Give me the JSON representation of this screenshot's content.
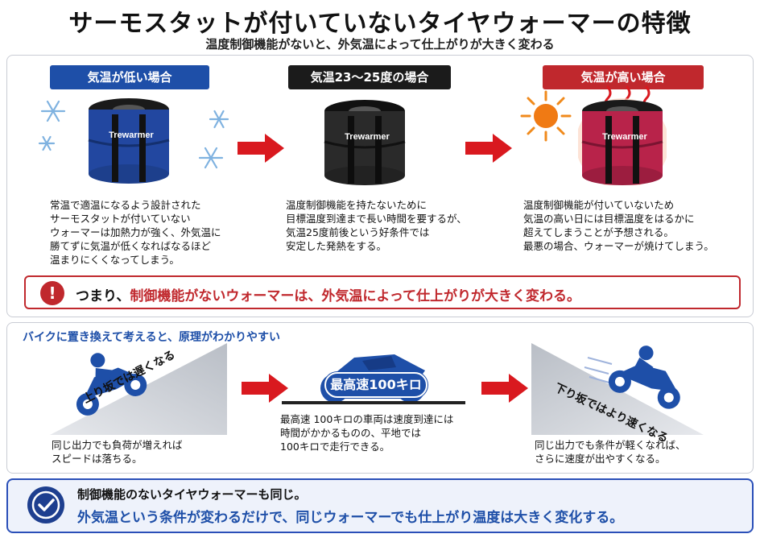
{
  "header": {
    "title": "サーモスタットが付いていないタイヤウォーマーの特徴",
    "subtitle": "温度制御機能がないと、外気温によって仕上がりが大きく変わる"
  },
  "temperature_cases": [
    {
      "label": "気温が低い場合",
      "brand": "Trewarmer",
      "description": "常温で適温になるよう設計された\nサーモスタットが付いていない\nウォーマーは加熱力が強く、外気温に\n勝てずに気温が低くなればなるほど\n温まりにくくなってしまう。"
    },
    {
      "label": "気温23～25度の場合",
      "brand": "Trewarmer",
      "description": "温度制御機能を持たないために\n目標温度到達まで長い時間を要するが、\n気温25度前後という好条件では\n安定した発熱をする。"
    },
    {
      "label": "気温が高い場合",
      "brand": "Trewarmer",
      "description": "温度制御機能が付いていないため\n気温の高い日には目標温度をはるかに\n超えてしまうことが予想される。\n最悪の場合、ウォーマーが焼けてしまう。"
    }
  ],
  "alert": {
    "icon": "!",
    "prefix": "つまり、",
    "emphasis": "制御機能がないウォーマーは、外気温によって仕上がりが大きく変わる。"
  },
  "bike_analogy": {
    "heading": "バイクに置き換えて考えると、原理がわかりやすい",
    "uphill_label": "上り坂では遅くなる",
    "uphill_description": "同じ出力でも負荷が増えれば\nスピードは落ちる。",
    "flat_badge": "最高速100キロ",
    "flat_description": "最高速 100キロの車両は速度到達には\n時間がかかるものの、平地では\n100キロで走行できる。",
    "downhill_label": "下り坂ではより速くなる",
    "downhill_description": "同じ出力でも条件が軽くなれば、\nさらに速度が出やすくなる。"
  },
  "summary": {
    "line1": "制御機能のないタイヤウォーマーも同じ。",
    "line2": "外気温という条件が変わるだけで、同じウォーマーでも仕上がり温度は大きく変化する。"
  },
  "colors": {
    "blue": "#1e4fa8",
    "black": "#1b1b1b",
    "red": "#c0282d",
    "arrow_red": "#d9191f"
  },
  "icons": [
    "snowflake-icon",
    "sun-icon",
    "heat-waves-icon",
    "alert-icon",
    "check-icon",
    "motorcycle-icon",
    "arrow-right-icon"
  ]
}
